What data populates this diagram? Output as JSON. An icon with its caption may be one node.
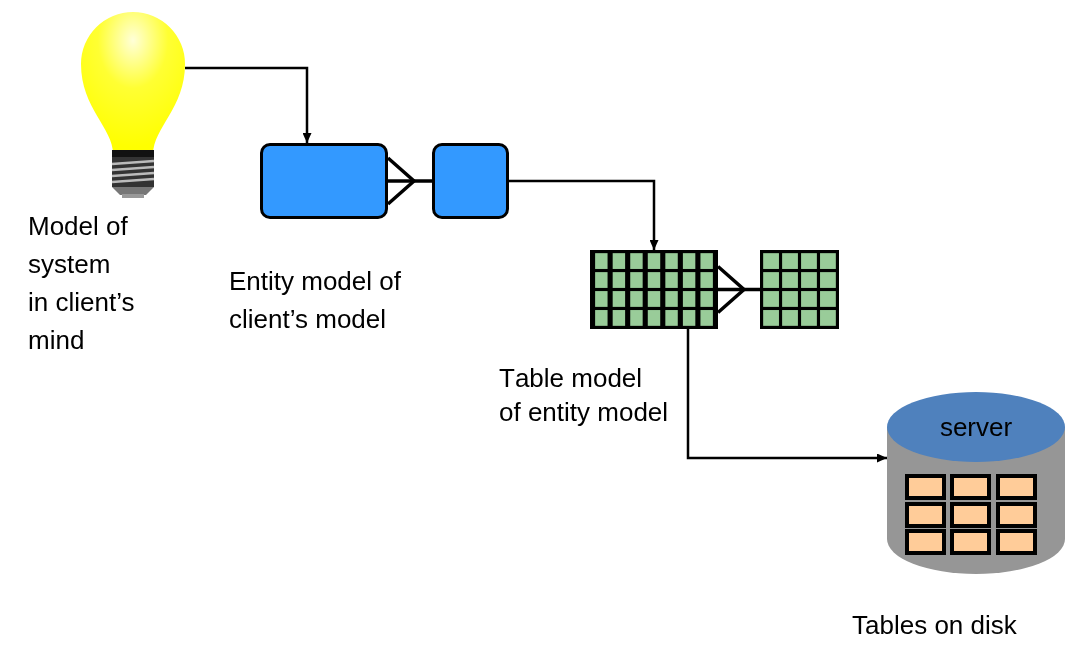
{
  "diagram": {
    "nodes": [
      {
        "text": [],
        "shape": "picture",
        "beside": [
          "Model of system in client’s mind"
        ]
      },
      {
        "text": [],
        "shape": "box",
        "beside": [
          "Entity model of client’s model"
        ]
      },
      {
        "text": [],
        "shape": "box"
      },
      {
        "text": [],
        "shape": "picture",
        "beside": [
          "Table model of entity model"
        ]
      },
      {
        "text": [],
        "shape": "picture"
      },
      {
        "text": [
          "server"
        ],
        "beside": [
          "Tables on disk"
        ]
      }
    ],
    "edges": [
      {
        "from": 0,
        "to": 1,
        "arrow": "to"
      },
      {
        "from": 1,
        "to": 2,
        "arrow": "other"
      },
      {
        "from": 2,
        "to": 3,
        "arrow": "to"
      },
      {
        "from": 3,
        "to": 4,
        "arrow": "other"
      },
      {
        "from": 3,
        "to": 5,
        "arrow": "to"
      }
    ]
  }
}
